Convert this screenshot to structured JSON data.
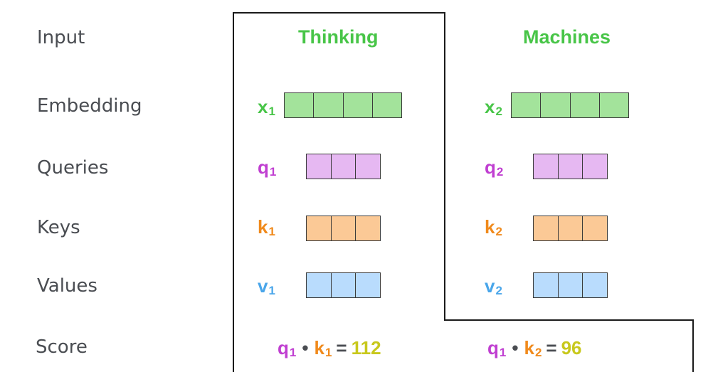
{
  "rows": {
    "input": "Input",
    "embedding": "Embedding",
    "queries": "Queries",
    "keys": "Keys",
    "values": "Values",
    "score": "Score"
  },
  "words": [
    "Thinking",
    "Machines"
  ],
  "vectors": {
    "x": {
      "symbol": "x",
      "subs": [
        "1",
        "2"
      ],
      "color": "#48c548",
      "fill": "#a3e39b",
      "cells": 4
    },
    "q": {
      "symbol": "q",
      "subs": [
        "1",
        "2"
      ],
      "color": "#c03fd1",
      "fill": "#e6b8f2",
      "cells": 3
    },
    "k": {
      "symbol": "k",
      "subs": [
        "1",
        "2"
      ],
      "color": "#f08a1c",
      "fill": "#fbc996",
      "cells": 3
    },
    "v": {
      "symbol": "v",
      "subs": [
        "1",
        "2"
      ],
      "color": "#4aa6ea",
      "fill": "#b9dcfd",
      "cells": 3
    }
  },
  "scores": [
    {
      "q": "q",
      "qsub": "1",
      "k": "k",
      "ksub": "1",
      "dot": "•",
      "eq": "=",
      "value": "112"
    },
    {
      "q": "q",
      "qsub": "1",
      "k": "k",
      "ksub": "2",
      "dot": "•",
      "eq": "=",
      "value": "96"
    }
  ],
  "score_value_color": "#c8c81c"
}
